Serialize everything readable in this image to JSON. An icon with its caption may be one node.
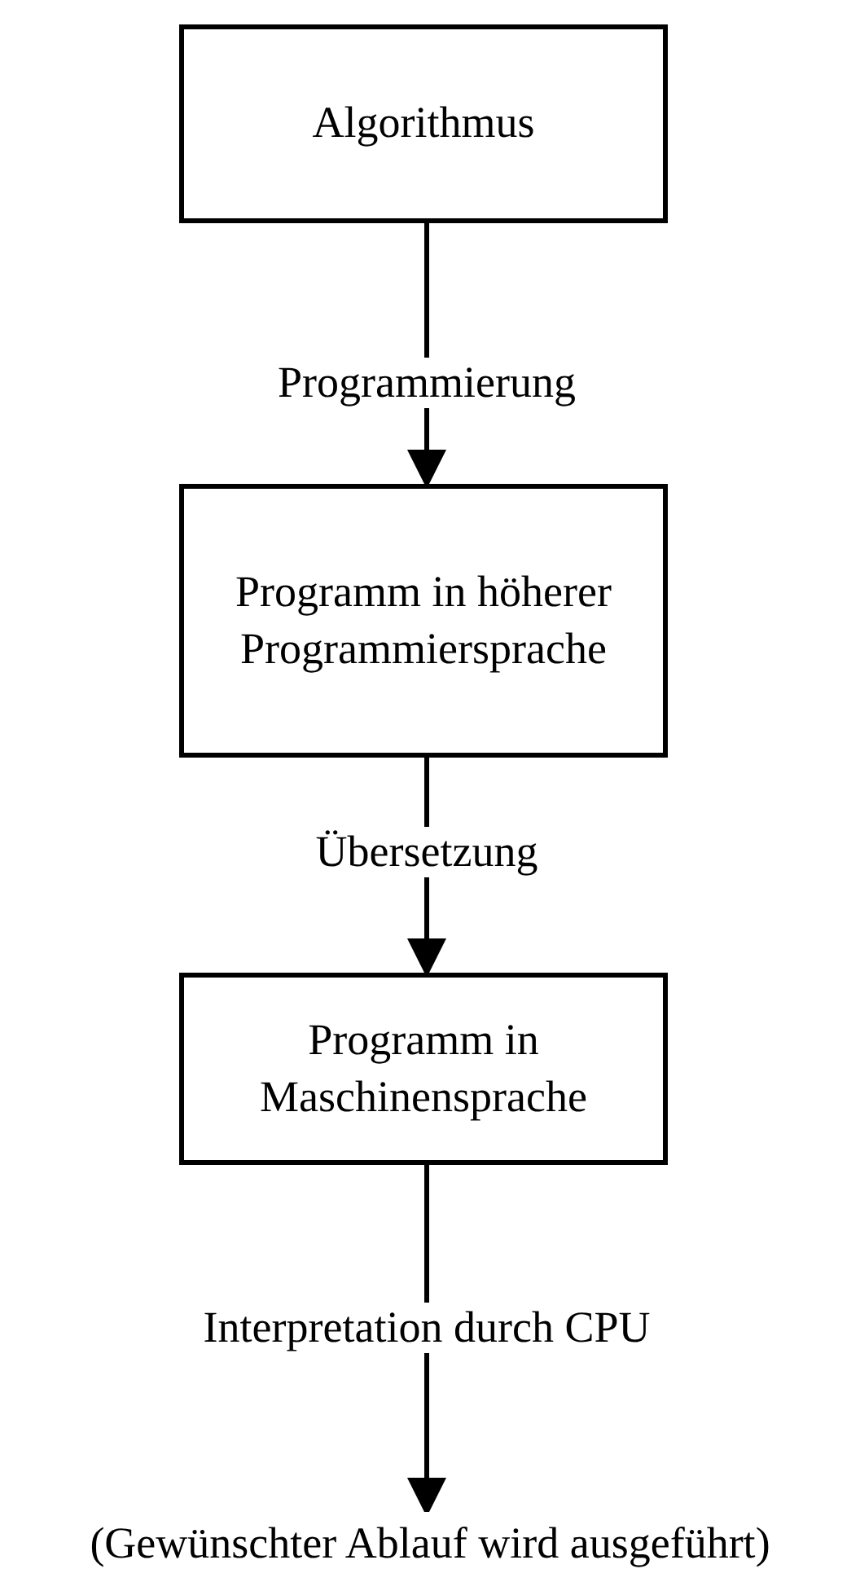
{
  "diagram": {
    "nodes": [
      {
        "text": [
          "Algorithmus"
        ]
      },
      {
        "text": [
          "Programm in höherer Programmiersprache"
        ]
      },
      {
        "text": [
          "Programm in Maschinensprache"
        ]
      },
      {
        "text": [
          "(Gewünschter Ablauf wird ausgeführt)"
        ]
      }
    ],
    "edges": [
      {
        "from": 0,
        "to": 1,
        "arrow": "to",
        "label": "Programmierung"
      },
      {
        "from": 1,
        "to": 2,
        "arrow": "to",
        "label": "Übersetzung"
      },
      {
        "from": 2,
        "to": 3,
        "arrow": "to",
        "label": "Interpretation durch CPU"
      }
    ]
  }
}
